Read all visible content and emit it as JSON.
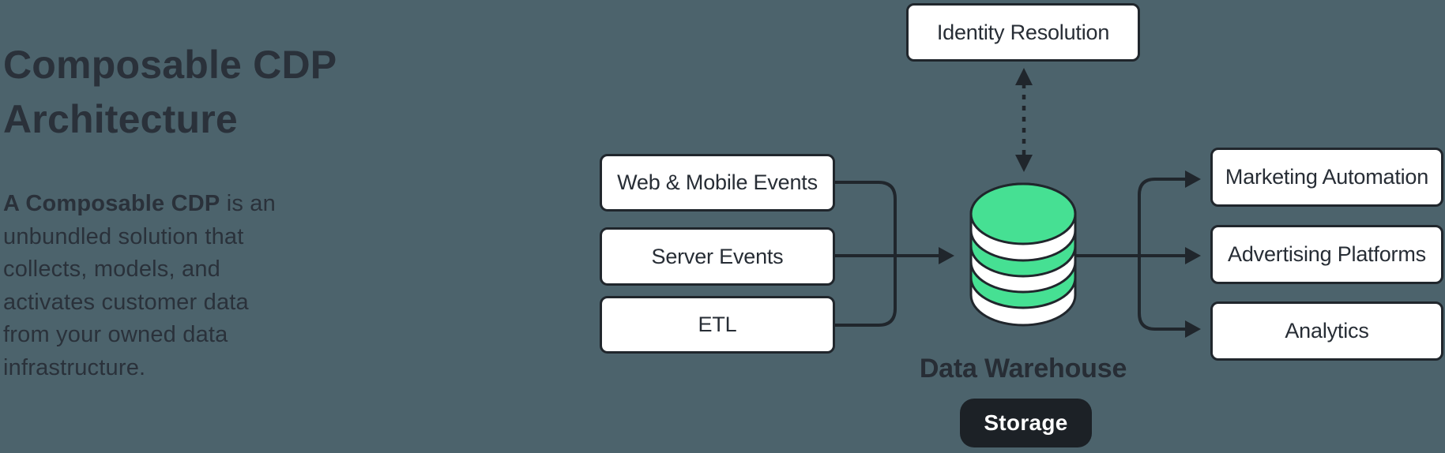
{
  "colors": {
    "bg": "#4C636C",
    "ink": "#2A313A",
    "stroke": "#20262C",
    "green": "#46E093",
    "box_bg": "#FFFFFF",
    "badge_bg": "#1C2126",
    "badge_ink": "#FFFFFF"
  },
  "intro": {
    "title": "Composable CDP\nArchitecture",
    "description_bold": "A Composable CDP",
    "description_rest": " is an\nunbundled solution that\ncollects, models, and\nactivates customer data\nfrom your owned data\ninfrastructure."
  },
  "diagram": {
    "identity": {
      "label": "Identity Resolution"
    },
    "sources": [
      {
        "label": "Web & Mobile Events"
      },
      {
        "label": "Server Events"
      },
      {
        "label": "ETL"
      }
    ],
    "warehouse": {
      "label": "Data Warehouse",
      "badge": "Storage",
      "icon": "database-cylinder-icon"
    },
    "destinations": [
      {
        "label": "Marketing Automation"
      },
      {
        "label": "Advertising Platforms"
      },
      {
        "label": "Analytics"
      }
    ]
  }
}
